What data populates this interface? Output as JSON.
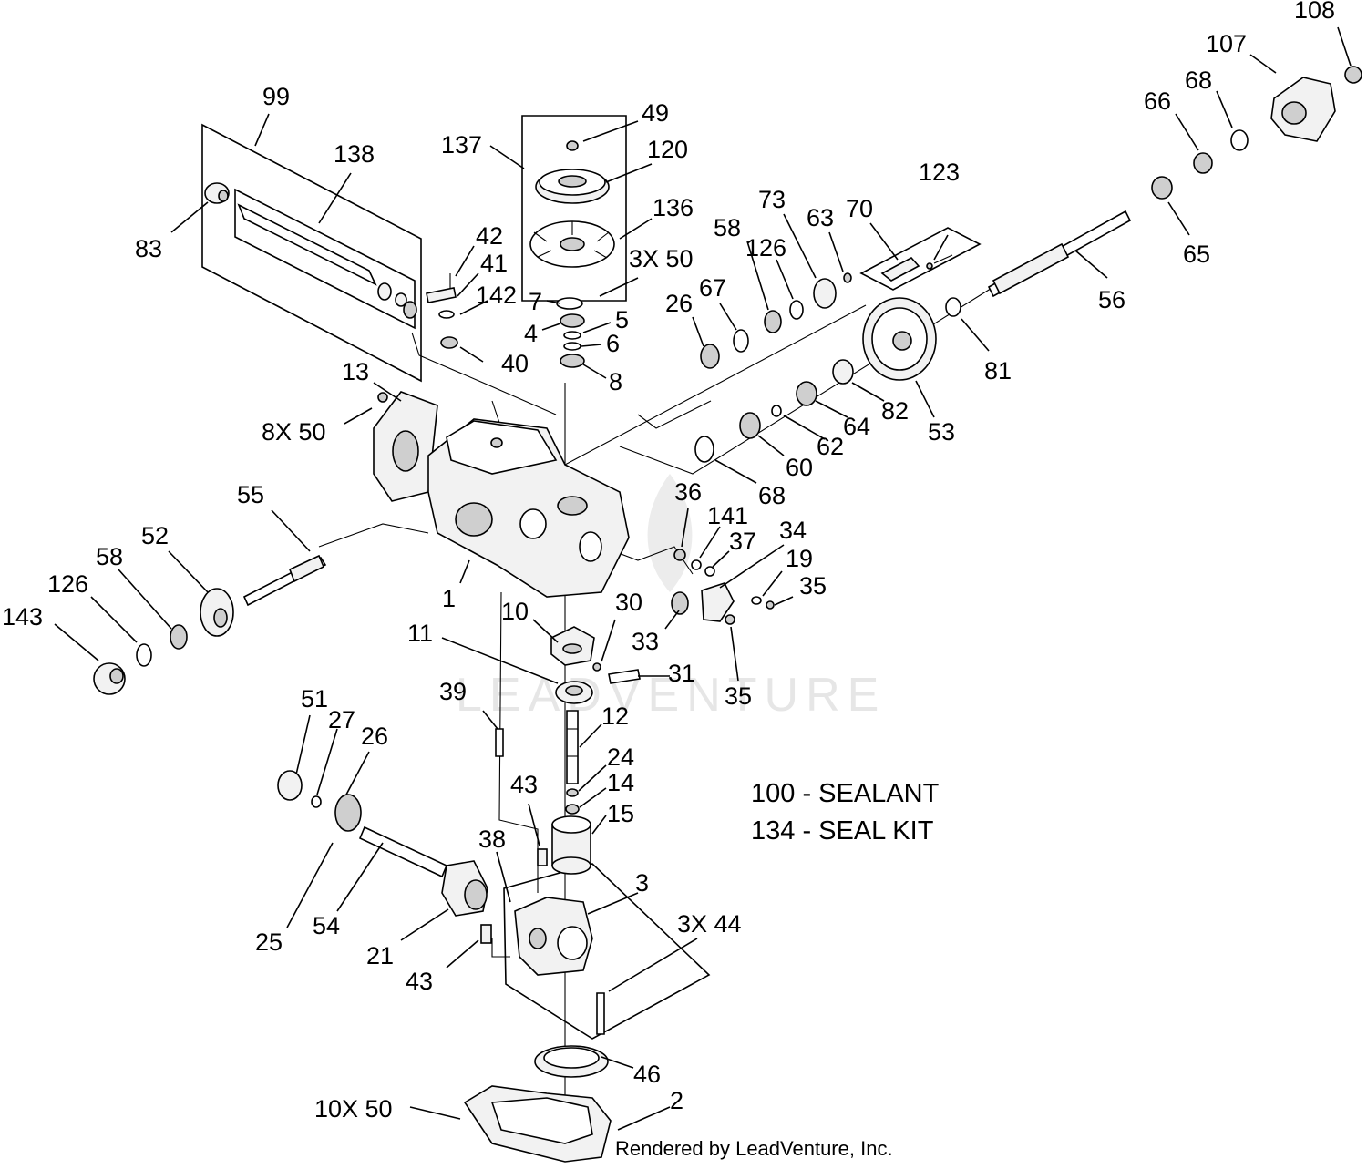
{
  "callouts": {
    "c108": "108",
    "c107": "107",
    "c68a": "68",
    "c66": "66",
    "c65": "65",
    "c56": "56",
    "c81": "81",
    "c99": "99",
    "c138": "138",
    "c83": "83",
    "c137": "137",
    "c49": "49",
    "c120": "120",
    "c136": "136",
    "c3x50": "3X 50",
    "c42": "42",
    "c41": "41",
    "c142": "142",
    "c7": "7",
    "c4": "4",
    "c5": "5",
    "c6": "6",
    "c40": "40",
    "c8": "8",
    "c13": "13",
    "c8x50": "8X 50",
    "c123": "123",
    "c70": "70",
    "c73": "73",
    "c63": "63",
    "c58a": "58",
    "c126a": "126",
    "c67": "67",
    "c26a": "26",
    "c53": "53",
    "c82": "82",
    "c64": "64",
    "c62": "62",
    "c60": "60",
    "c68b": "68",
    "c55": "55",
    "c52": "52",
    "c58b": "58",
    "c126b": "126",
    "c143": "143",
    "c1": "1",
    "c36": "36",
    "c141": "141",
    "c37": "37",
    "c34": "34",
    "c19": "19",
    "c35a": "35",
    "c33": "33",
    "c35b": "35",
    "c10": "10",
    "c30": "30",
    "c11": "11",
    "c31": "31",
    "c39": "39",
    "c12": "12",
    "c24": "24",
    "c14": "14",
    "c15": "15",
    "c43a": "43",
    "c51": "51",
    "c27": "27",
    "c26b": "26",
    "c38": "38",
    "c3": "3",
    "c3x44": "3X 44",
    "c25": "25",
    "c54": "54",
    "c21": "21",
    "c43b": "43",
    "c46": "46",
    "c10x50": "10X 50",
    "c2": "2"
  },
  "notes": {
    "sealant": "100 - SEALANT",
    "seal_kit": "134 - SEAL KIT"
  },
  "watermark": "LEADVENTURE",
  "footer": "Rendered by LeadVenture, Inc."
}
